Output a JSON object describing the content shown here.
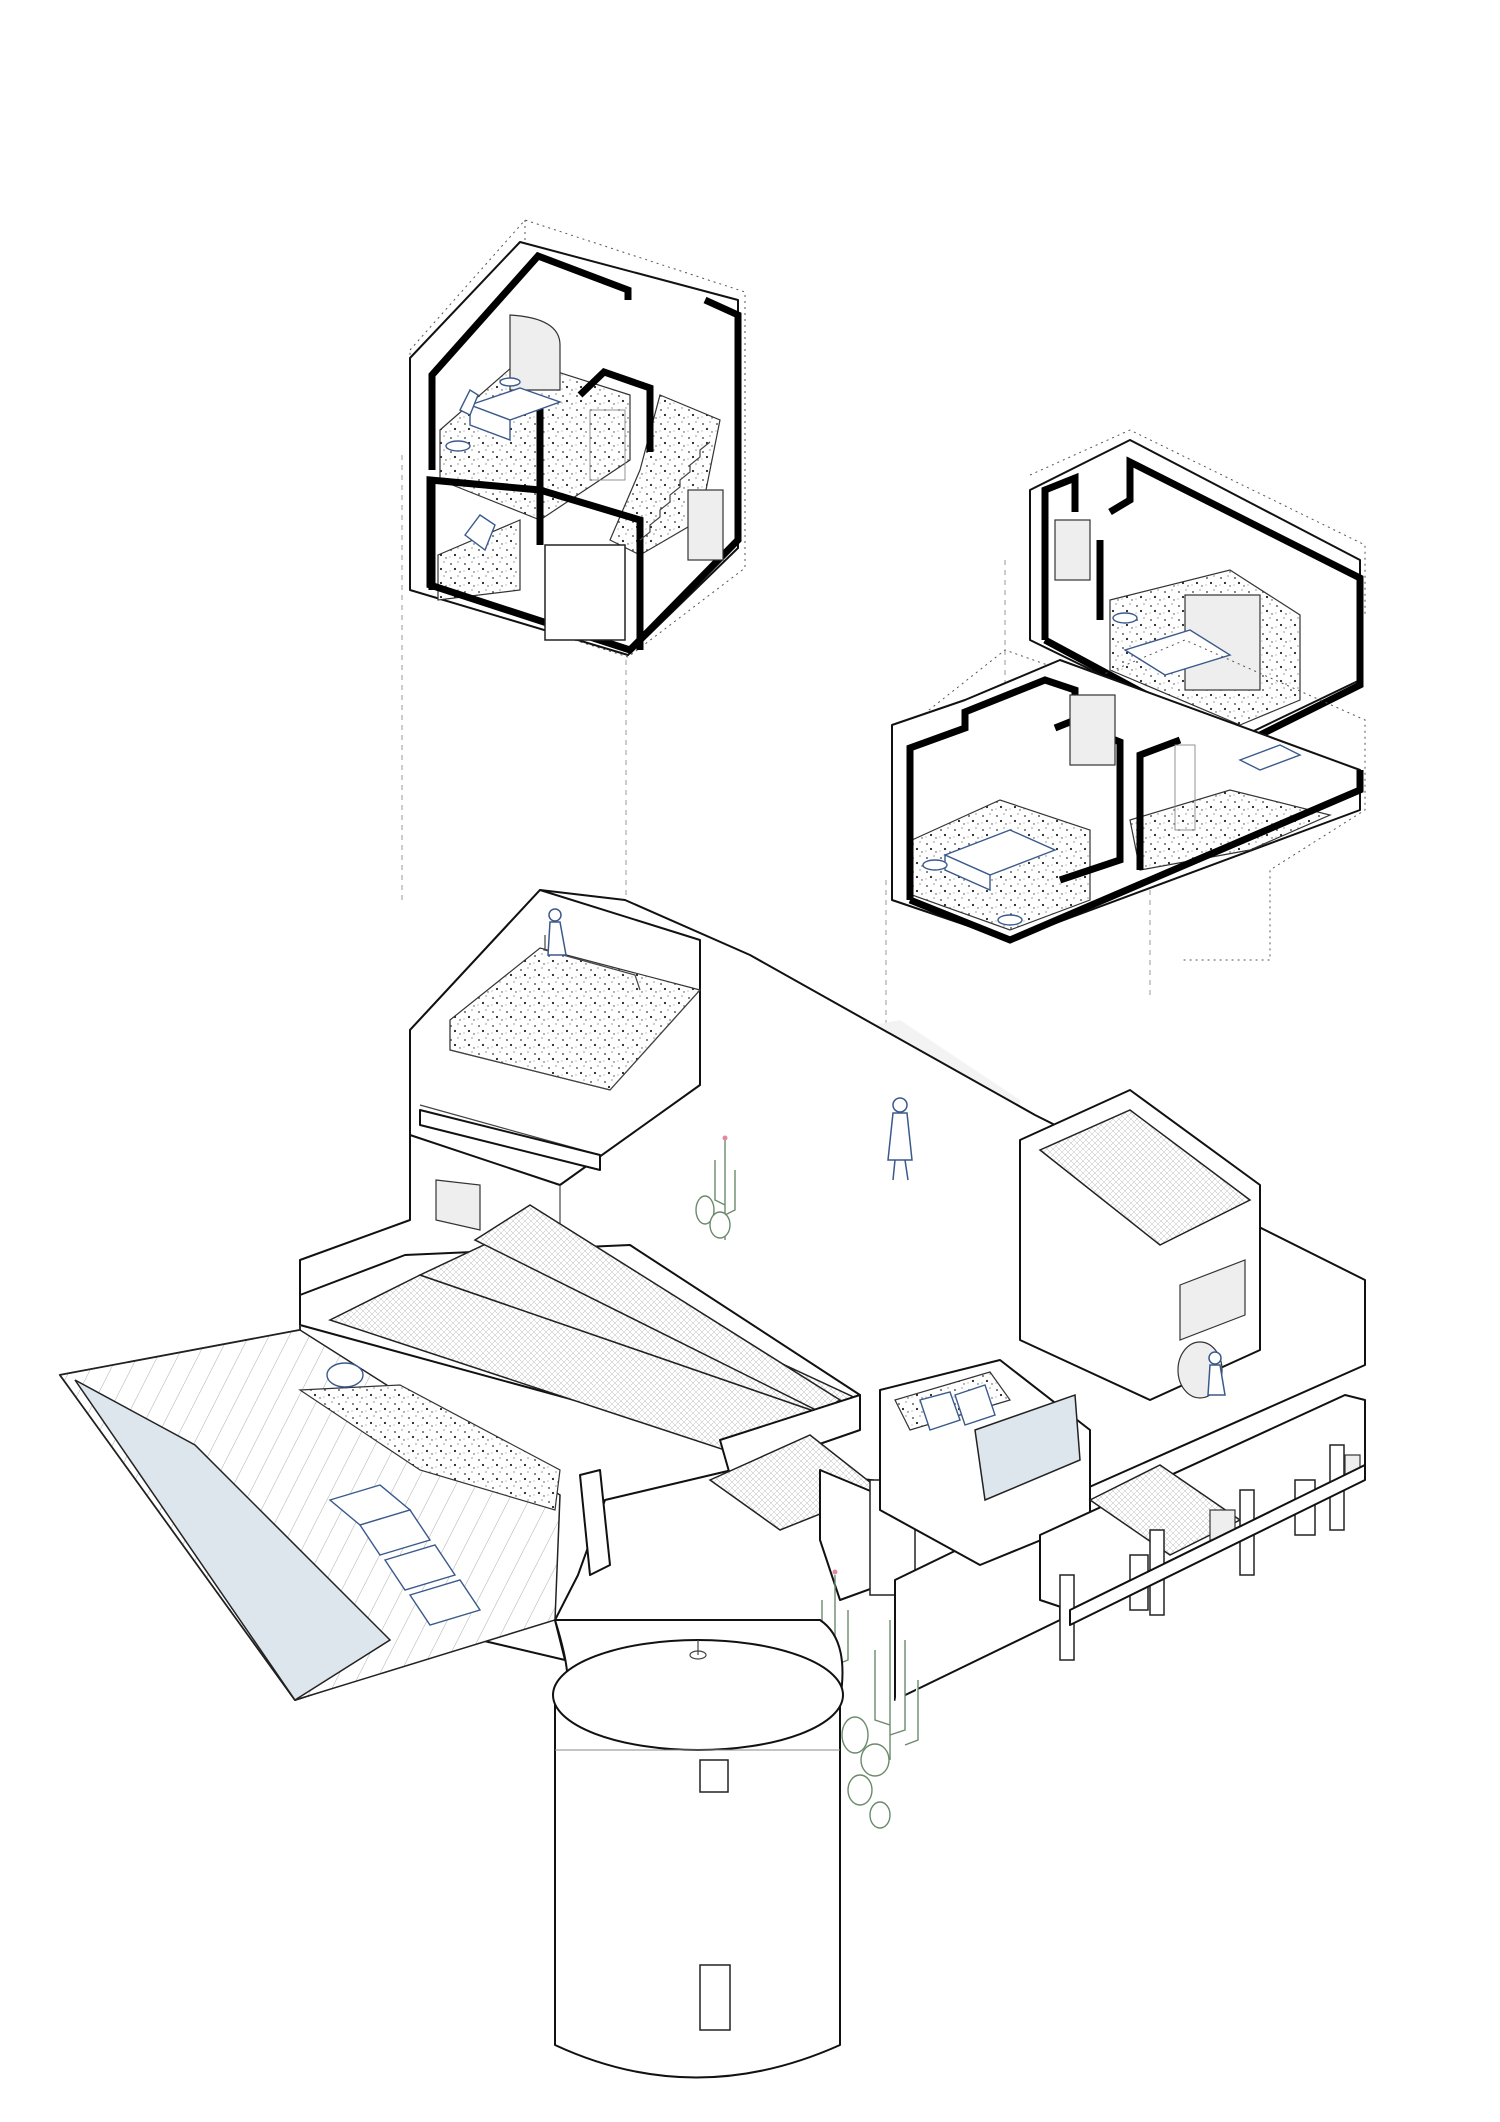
{
  "drawing": {
    "type": "exploded axonometric",
    "colors": {
      "background": "#ffffff",
      "line": "#111111",
      "furniture_accent": "#3a5a8c",
      "pool": "#dde6ec",
      "cactus_flower": "#e08aa0",
      "plaza": "#f3f3f3"
    },
    "components": [
      "exploded-module-left",
      "exploded-module-right",
      "main-house-complex",
      "cylindrical-water-tower",
      "swimming-pool",
      "courtyard-plaza",
      "cactus-garden"
    ]
  }
}
